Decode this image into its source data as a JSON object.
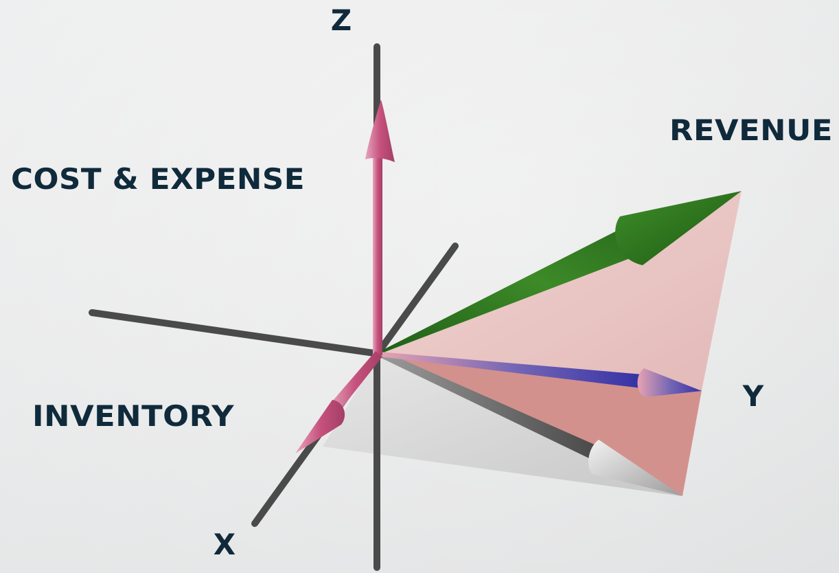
{
  "axes": {
    "x_label": "X",
    "y_label": "Y",
    "z_label": "Z"
  },
  "labels": {
    "cost_expense": "COST & EXPENSE",
    "revenue": "REVENUE",
    "inventory": "INVENTORY"
  },
  "colors": {
    "axis": "#4a4a4a",
    "label_text": "#0f2a3b",
    "pink_vector": "#c7577e",
    "green_vector": "#2d7a1f",
    "blue_vector": "#3b3aa8",
    "gray_vector": "#5a5a5a",
    "pink_plane": "#d3928e",
    "light_pink_plane": "#e8c6c4",
    "gray_plane": "#d0d0d0"
  }
}
